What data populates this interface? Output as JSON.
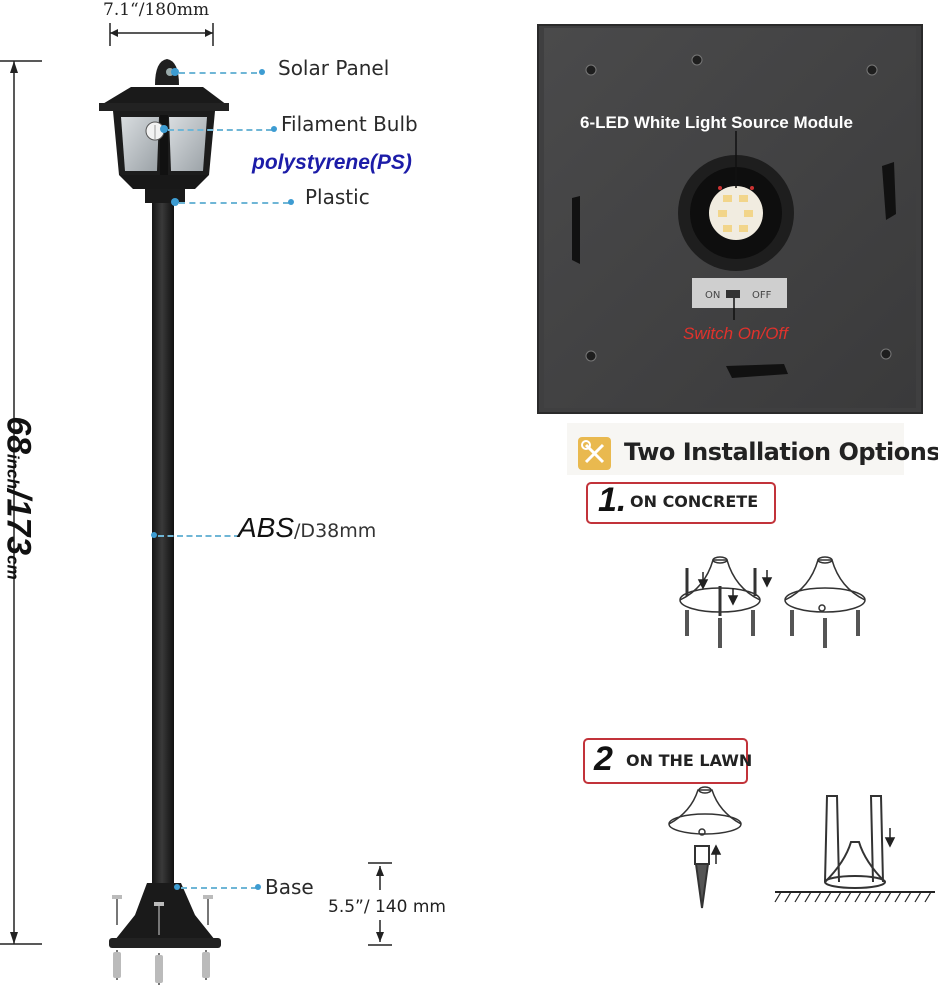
{
  "dimensions": {
    "top_width": "7.1“/180mm",
    "height_main": "68",
    "height_unit_small": "inch",
    "height_sep": "/173",
    "height_cm_small": "cm",
    "base_height": "5.5”/ 140 mm"
  },
  "parts": {
    "solar_panel": "Solar Panel",
    "filament_bulb": "Filament Bulb",
    "polystyrene": "polystyrene(PS)",
    "plastic": "Plastic",
    "abs_big": "ABS",
    "abs_small": "/D38mm",
    "base": "Base"
  },
  "module": {
    "title": "6-LED White Light Source Module",
    "switch_on": "ON",
    "switch_off": "OFF",
    "switch_label": "Switch On/Off"
  },
  "installation": {
    "title": "Two Installation Options",
    "icon": "tools-icon",
    "option1_num": "1.",
    "option1_text": "ON CONCRETE",
    "option2_num": "2",
    "option2_text": "ON THE LAWN"
  },
  "colors": {
    "leader_line": "#6fb6d6",
    "leader_dot": "#3d9cd2",
    "polystyrene_text": "#1c1ca8",
    "switch_text": "#e0322c",
    "option_border": "#c2333a",
    "tool_badge": "#e9b94f"
  }
}
